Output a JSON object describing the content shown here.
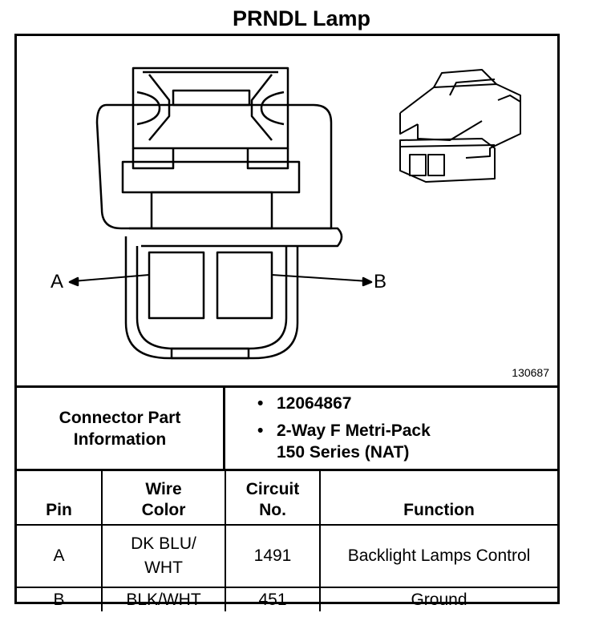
{
  "title": "PRNDL Lamp",
  "figure_number": "130687",
  "pin_labels": {
    "a": "A",
    "b": "B"
  },
  "connector_info": {
    "heading_line1": "Connector Part",
    "heading_line2": "Information",
    "part_number": "12064867",
    "description_line1": "2-Way F Metri-Pack",
    "description_line2": "150 Series (NAT)",
    "bullet": "•"
  },
  "table": {
    "headers": {
      "pin": "Pin",
      "wire_color_line1": "Wire",
      "wire_color_line2": "Color",
      "circuit_line1": "Circuit",
      "circuit_line2": "No.",
      "function": "Function"
    },
    "rows": [
      {
        "pin": "A",
        "wire_line1": "DK BLU/",
        "wire_line2": "WHT",
        "circuit": "1491",
        "function": "Backlight Lamps Control"
      },
      {
        "pin": "B",
        "wire_line1": "BLK/WHT",
        "wire_line2": "",
        "circuit": "451",
        "function": "Ground"
      }
    ]
  }
}
